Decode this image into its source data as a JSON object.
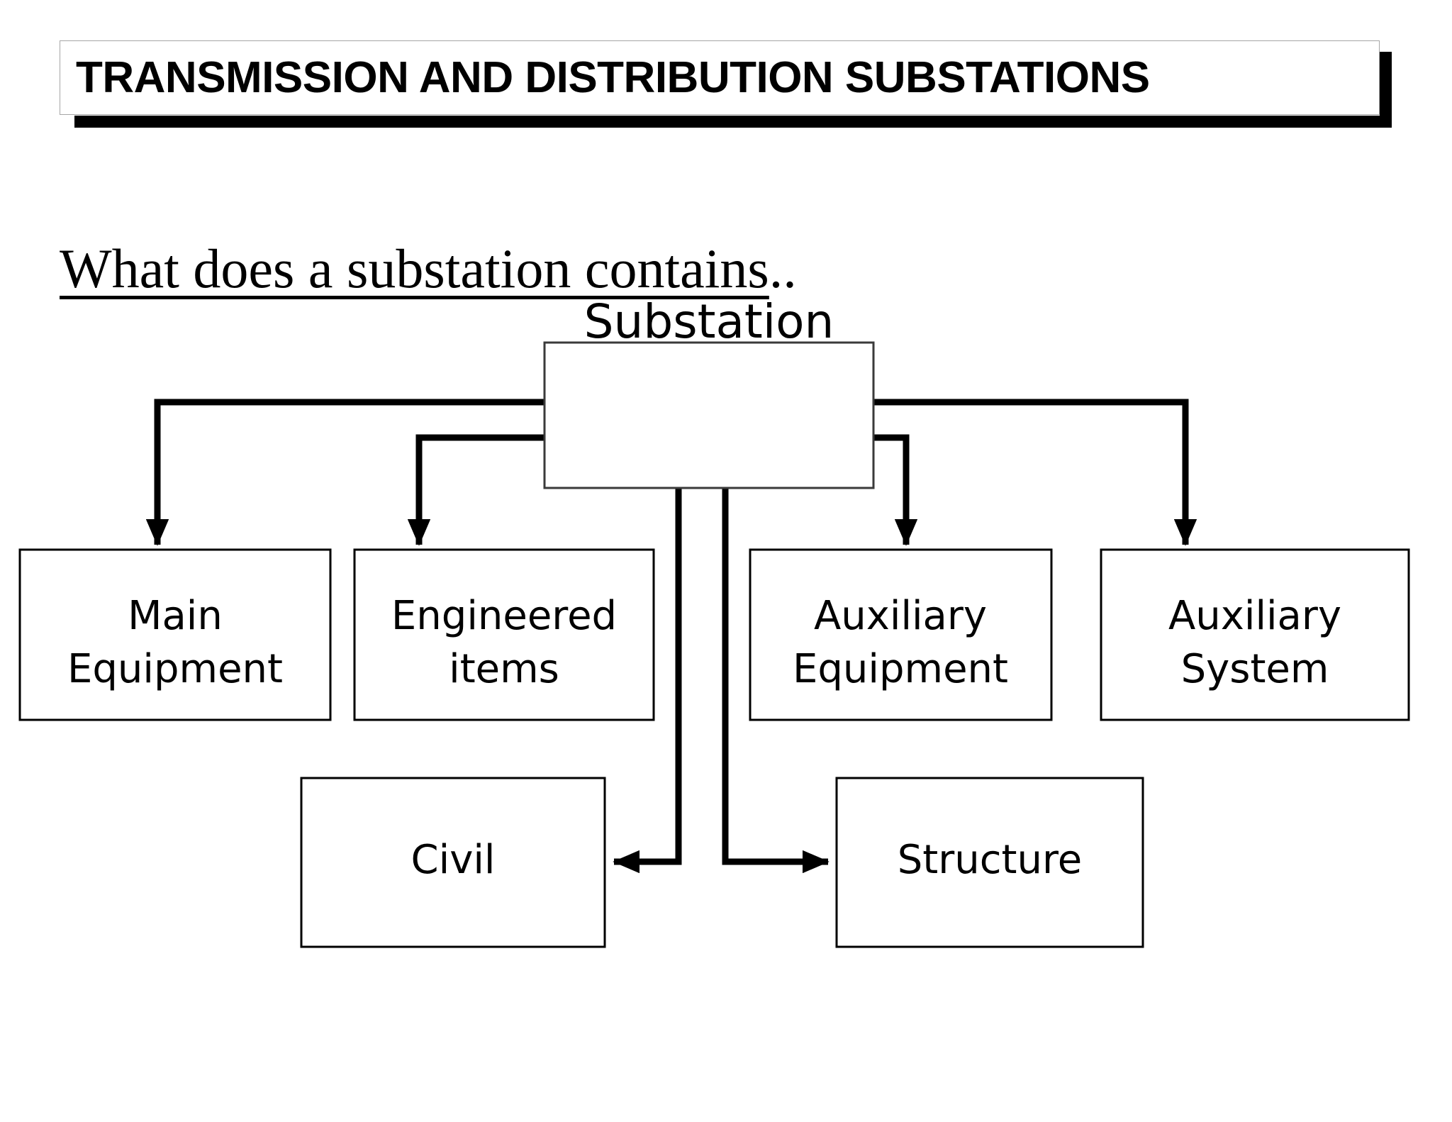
{
  "slide": {
    "title": "TRANSMISSION AND DISTRIBUTION SUBSTATIONS",
    "subheading_underlined": "What does a substation contains",
    "subheading_tail": ".."
  },
  "diagram": {
    "type": "org-chart",
    "root": {
      "label": "Substation"
    },
    "nodes": [
      {
        "id": "main-equipment",
        "label_line1": "Main",
        "label_line2": "Equipment"
      },
      {
        "id": "engineered-items",
        "label_line1": "Engineered",
        "label_line2": "items"
      },
      {
        "id": "auxiliary-equipment",
        "label_line1": "Auxiliary",
        "label_line2": "Equipment"
      },
      {
        "id": "auxiliary-system",
        "label_line1": "Auxiliary",
        "label_line2": "System"
      },
      {
        "id": "civil",
        "label_line1": "Civil",
        "label_line2": ""
      },
      {
        "id": "structure",
        "label_line1": "Structure",
        "label_line2": ""
      }
    ],
    "edges": [
      {
        "from": "Substation",
        "to": "Main Equipment"
      },
      {
        "from": "Substation",
        "to": "Engineered items"
      },
      {
        "from": "Substation",
        "to": "Auxiliary Equipment"
      },
      {
        "from": "Substation",
        "to": "Auxiliary System"
      },
      {
        "from": "Substation",
        "to": "Civil"
      },
      {
        "from": "Substation",
        "to": "Structure"
      }
    ]
  },
  "colors": {
    "background": "#ffffff",
    "ink": "#000000",
    "banner_border": "#a6a6a6",
    "shadow": "#000000"
  }
}
